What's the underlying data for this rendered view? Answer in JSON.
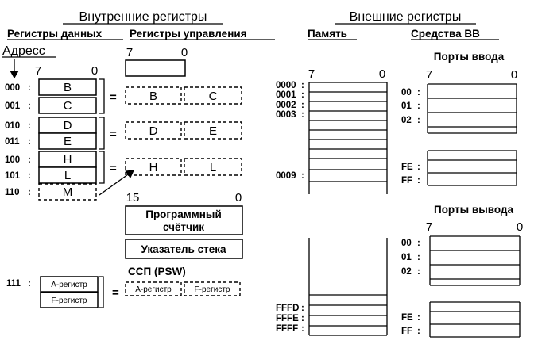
{
  "titles": {
    "internal": "Внутренние регистры",
    "external": "Внешние регистры",
    "data_regs": "Регистры данных",
    "control_regs": "Регистры управления",
    "memory": "Память",
    "io": "Средства ВВ",
    "address": "Адресс"
  },
  "bits": {
    "seven": "7",
    "zero": "0",
    "fifteen": "15"
  },
  "registers": [
    {
      "addr": "000",
      "name": "B"
    },
    {
      "addr": "001",
      "name": "C"
    },
    {
      "addr": "010",
      "name": "D"
    },
    {
      "addr": "011",
      "name": "E"
    },
    {
      "addr": "100",
      "name": "H"
    },
    {
      "addr": "101",
      "name": "L"
    },
    {
      "addr": "110",
      "name": "M"
    }
  ],
  "pairs": [
    {
      "hi": "B",
      "lo": "C"
    },
    {
      "hi": "D",
      "lo": "E"
    },
    {
      "hi": "H",
      "lo": "L"
    }
  ],
  "program_counter": {
    "line1": "Программный",
    "line2": "счётчик"
  },
  "stack_pointer": "Указатель стека",
  "psw": {
    "label": "ССП (PSW)",
    "addr": "111",
    "a": "А-регистр",
    "f": "F-регистр"
  },
  "memory": {
    "top": [
      "0000",
      "0001",
      "0002",
      "0003"
    ],
    "mid": "0009",
    "bottom": [
      "FFFD",
      "FFFE",
      "FFFF"
    ]
  },
  "input_ports": {
    "label": "Порты ввода",
    "top": [
      "00",
      "01",
      "02"
    ],
    "bottom": [
      "FE",
      "FF"
    ]
  },
  "output_ports": {
    "label": "Порты вывода",
    "top": [
      "00",
      "01",
      "02"
    ],
    "bottom": [
      "FE",
      "FF"
    ]
  },
  "colors": {
    "ink": "#000000",
    "background": "#ffffff"
  }
}
